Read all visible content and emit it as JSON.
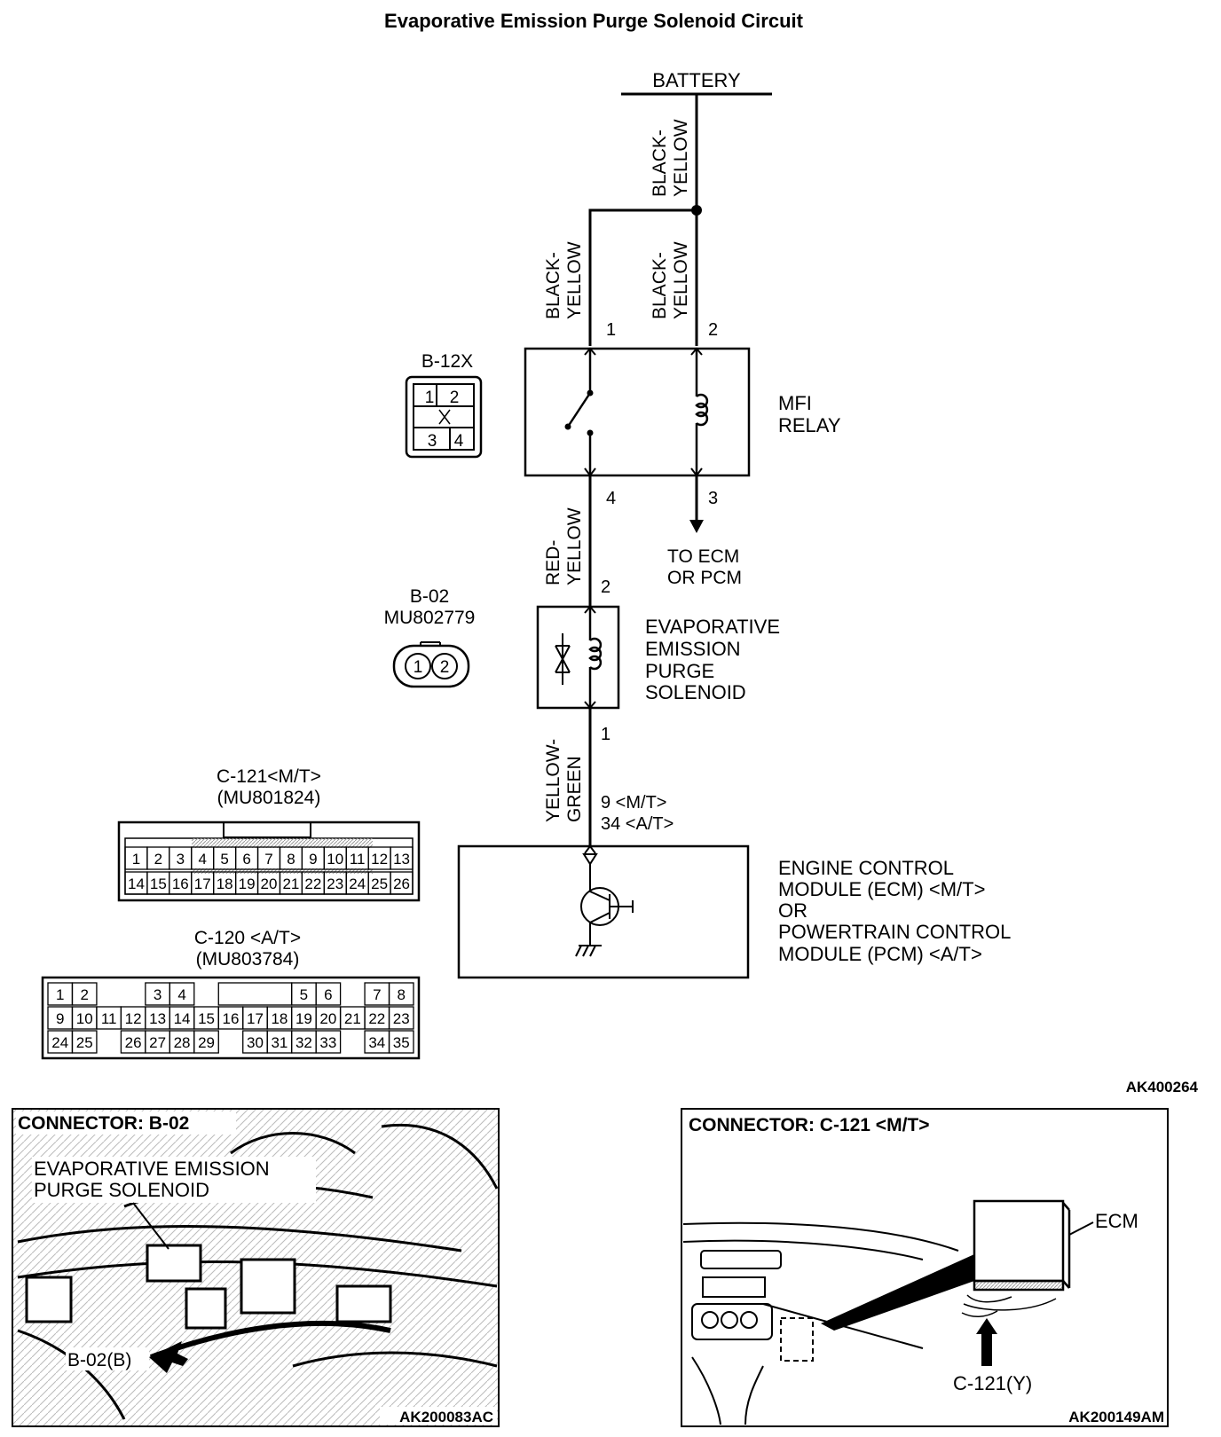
{
  "title": "Evaporative Emission Purge Solenoid  Circuit",
  "battery": "BATTERY",
  "wires": {
    "black_yellow": [
      "BLACK-",
      "YELLOW"
    ],
    "red_yellow": [
      "RED-",
      "YELLOW"
    ],
    "yellow_green": [
      "YELLOW-",
      "GREEN"
    ]
  },
  "relay": {
    "name_lines": [
      "MFI",
      "RELAY"
    ],
    "pins": [
      "1",
      "2",
      "4",
      "3"
    ],
    "to_ecm_lines": [
      "TO ECM",
      "OR PCM"
    ]
  },
  "b12x": {
    "label": "B-12X",
    "cells": [
      "1",
      "2",
      "3",
      "4"
    ]
  },
  "b02": {
    "label": "B-02",
    "part": "MU802779",
    "cells": [
      "1",
      "2"
    ]
  },
  "solenoid": {
    "name_lines": [
      "EVAPORATIVE",
      "EMISSION",
      "PURGE",
      "SOLENOID"
    ],
    "pin_top": "2",
    "pin_bottom": "1"
  },
  "ecm_pins": [
    "9 <M/T>",
    "34 <A/T>"
  ],
  "ecm": {
    "name_lines": [
      "ENGINE CONTROL",
      "MODULE (ECM) <M/T>",
      "OR",
      "POWERTRAIN CONTROL",
      "MODULE (PCM) <A/T>"
    ]
  },
  "c121": {
    "label": "C-121<M/T>",
    "part": "(MU801824)",
    "row1": [
      "1",
      "2",
      "3",
      "4",
      "5",
      "6",
      "7",
      "8",
      "9",
      "10",
      "11",
      "12",
      "13"
    ],
    "row2": [
      "14",
      "15",
      "16",
      "17",
      "18",
      "19",
      "20",
      "21",
      "22",
      "23",
      "24",
      "25",
      "26"
    ]
  },
  "c120": {
    "label": "C-120 <A/T>",
    "part": "(MU803784)",
    "row1": [
      "1",
      "2",
      "",
      "3",
      "4",
      "",
      "",
      "",
      "",
      "5",
      "6",
      "",
      "7",
      "8"
    ],
    "row2": [
      "9",
      "10",
      "11",
      "12",
      "13",
      "14",
      "15",
      "16",
      "17",
      "18",
      "19",
      "20",
      "21",
      "22",
      "23"
    ],
    "row3": [
      "24",
      "25",
      "",
      "26",
      "27",
      "28",
      "29",
      "",
      "30",
      "31",
      "32",
      "33",
      "",
      "34",
      "35"
    ]
  },
  "figure_id_main": "AK400264",
  "photo_left": {
    "heading": "CONNECTOR: B-02",
    "callout_lines": [
      "EVAPORATIVE EMISSION",
      "PURGE SOLENOID"
    ],
    "arrow_label": "B-02(B)",
    "figure_id": "AK200083AC"
  },
  "photo_right": {
    "heading": "CONNECTOR: C-121 <M/T>",
    "ecm_label": "ECM",
    "arrow_label": "C-121(Y)",
    "figure_id": "AK200149AM"
  },
  "colors": {
    "ink": "#000000",
    "paper": "#ffffff",
    "hatch": "#9a9a9a"
  }
}
